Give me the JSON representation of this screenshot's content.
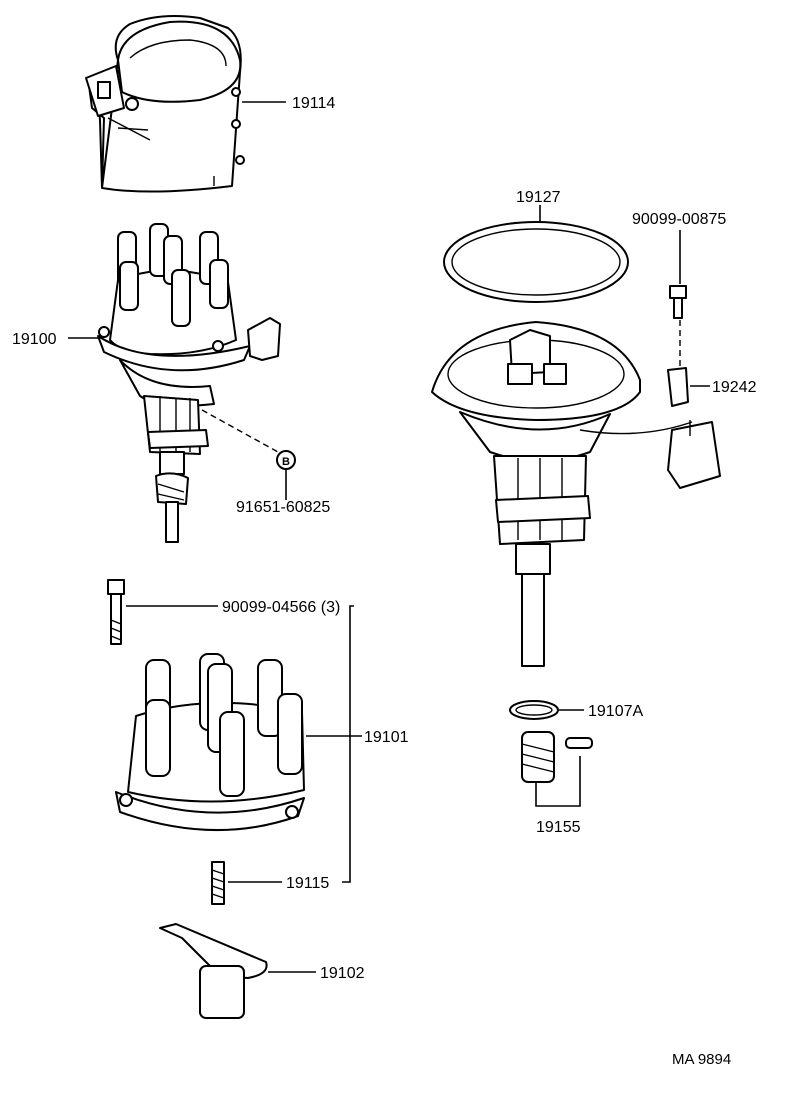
{
  "diagram": {
    "labels": {
      "cover": "19114",
      "distributor": "19100",
      "clamp_bolt": "91651-60825",
      "circle_marker": "B",
      "o_ring_large": "19127",
      "screw": "90099-00875",
      "signal_generator": "19242",
      "cap_screw": "90099-04566 (3)",
      "cap": "19101",
      "spring": "19115",
      "rotor": "19102",
      "o_ring_small": "19107A",
      "driven_gear": "19155"
    },
    "footer": "MA  9894"
  }
}
